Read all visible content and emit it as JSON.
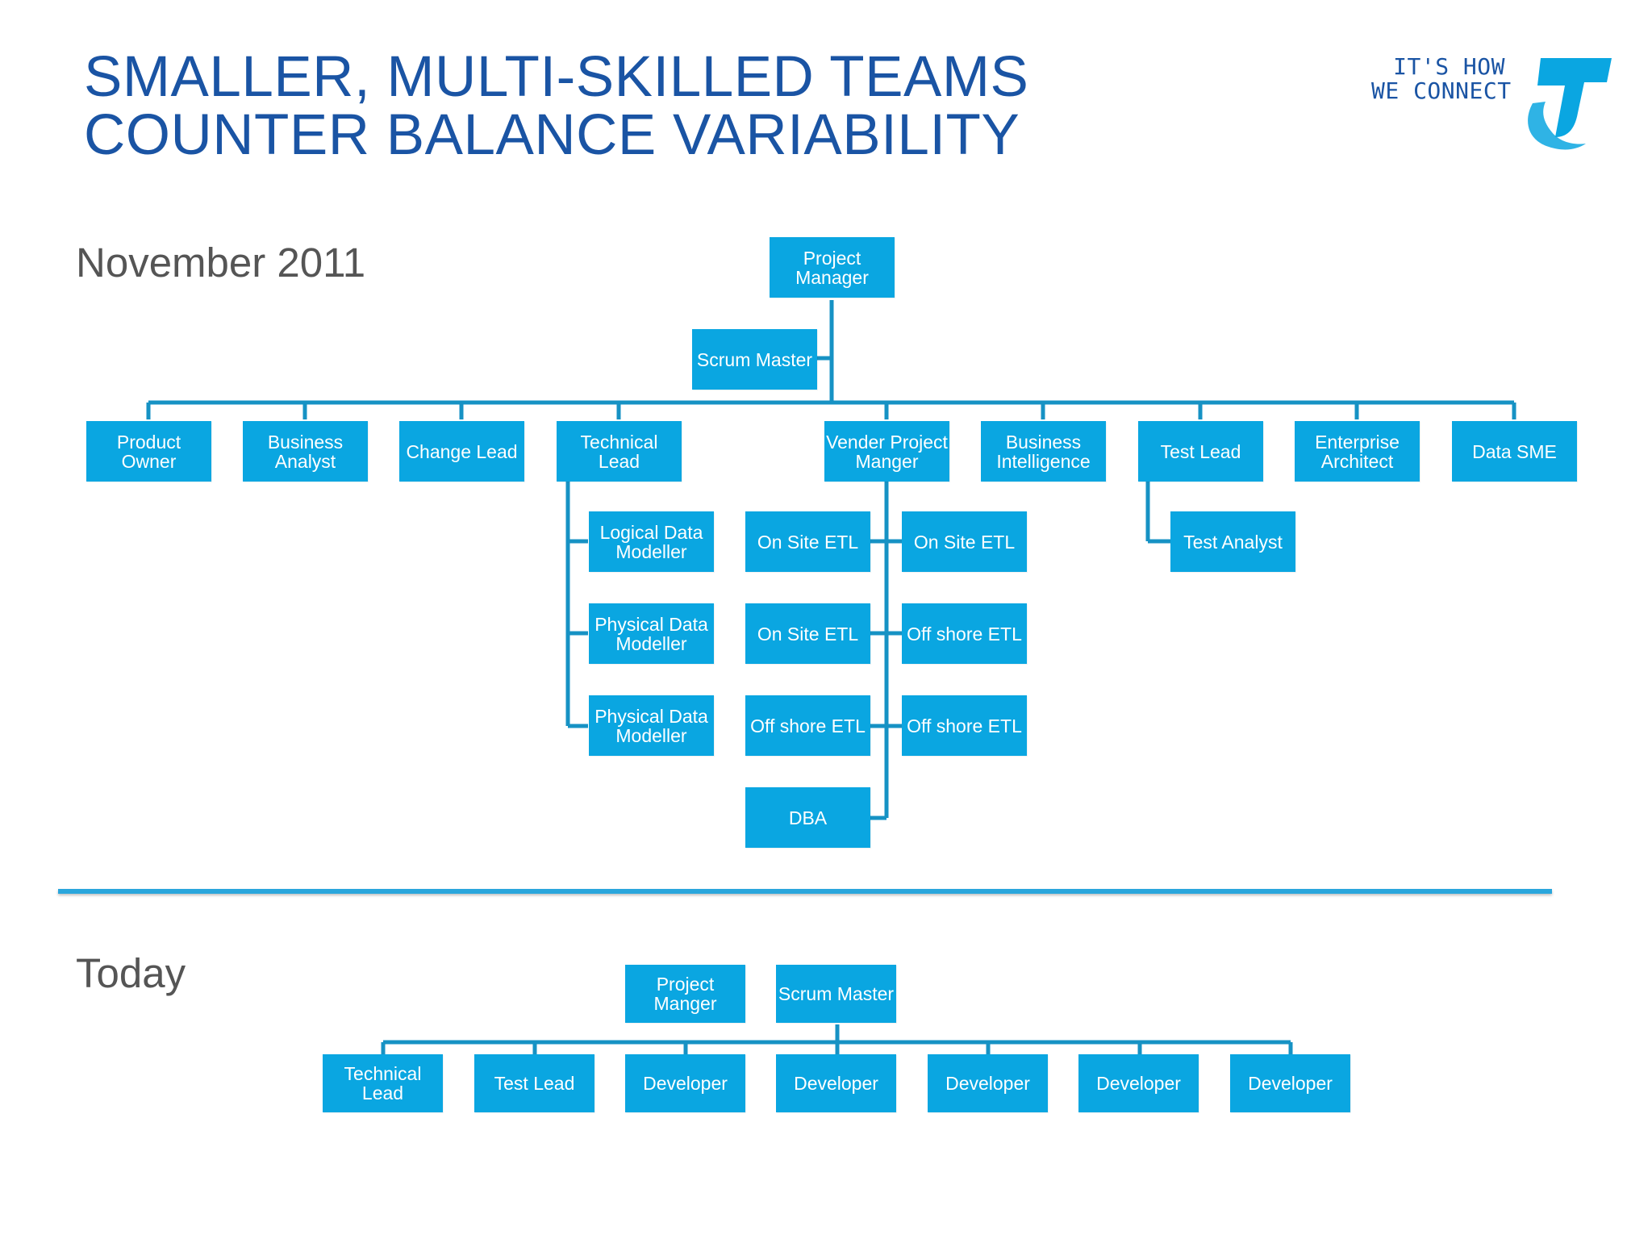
{
  "title": {
    "line1": "SMALLER, MULTI-SKILLED TEAMS",
    "line2": "COUNTER BALANCE VARIABILITY"
  },
  "logo": {
    "line1": "IT'S HOW",
    "line2": "WE CONNECT",
    "color": "#1a54a4",
    "mark_color": "#0aa6e1"
  },
  "sections": {
    "before": "November 2011",
    "after": "Today"
  },
  "colors": {
    "box": "#0aa6e1",
    "line": "#1692c4",
    "title": "#1a54a4",
    "divider": "#2aa6dc"
  },
  "nov": {
    "project_manager": "Project\nManager",
    "scrum_master": "Scrum Master",
    "product_owner": "Product Owner",
    "business_analyst": "Business\nAnalyst",
    "change_lead": "Change Lead",
    "technical_lead": "Technical Lead",
    "vender_project_manger": "Vender Project\nManger",
    "business_intelligence": "Business\nIntelligence",
    "test_lead": "Test Lead",
    "enterprise_architect": "Enterprise\nArchitect",
    "data_sme": "Data SME",
    "logical_data_modeller": "Logical Data\nModeller",
    "physical_data_modeller_1": "Physical Data\nModeller",
    "physical_data_modeller_2": "Physical Data\nModeller",
    "on_site_etl_1": "On Site ETL",
    "on_site_etl_2": "On Site ETL",
    "off_shore_etl_1": "Off shore ETL",
    "dba": "DBA",
    "on_site_etl_3": "On Site ETL",
    "off_shore_etl_2": "Off shore ETL",
    "off_shore_etl_3": "Off shore ETL",
    "test_analyst": "Test Analyst"
  },
  "today": {
    "project_manger": "Project\nManger",
    "scrum_master": "Scrum Master",
    "technical_lead": "Technical\nLead",
    "test_lead": "Test Lead",
    "developer_1": "Developer",
    "developer_2": "Developer",
    "developer_3": "Developer",
    "developer_4": "Developer",
    "developer_5": "Developer"
  }
}
